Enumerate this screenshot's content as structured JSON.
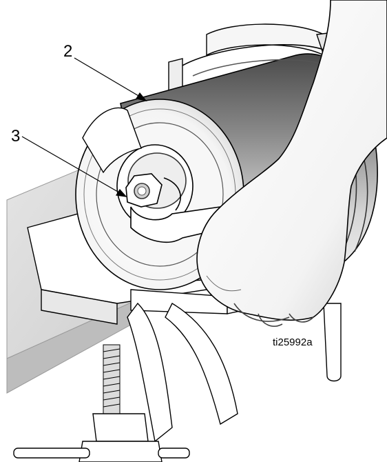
{
  "figure": {
    "callouts": [
      {
        "label": "2",
        "target": "pump-cylinder"
      },
      {
        "label": "3",
        "target": "hex-nut"
      }
    ],
    "figure_id": "ti25992a"
  },
  "colors": {
    "line": "#000000",
    "background": "#ffffff",
    "shade_light": "#eeeeee",
    "shade_mid": "#bbbbbb",
    "shade_dark": "#555555"
  }
}
